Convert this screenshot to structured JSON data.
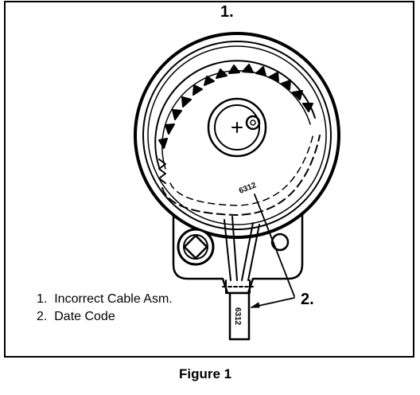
{
  "figure": {
    "caption": "Figure 1",
    "callouts": {
      "one": "1.",
      "two": "2."
    },
    "legend": [
      "1.  Incorrect Cable Asm.",
      "2.  Date Code"
    ],
    "date_code_stamps": {
      "housing": "6312",
      "cable": "6312"
    }
  }
}
